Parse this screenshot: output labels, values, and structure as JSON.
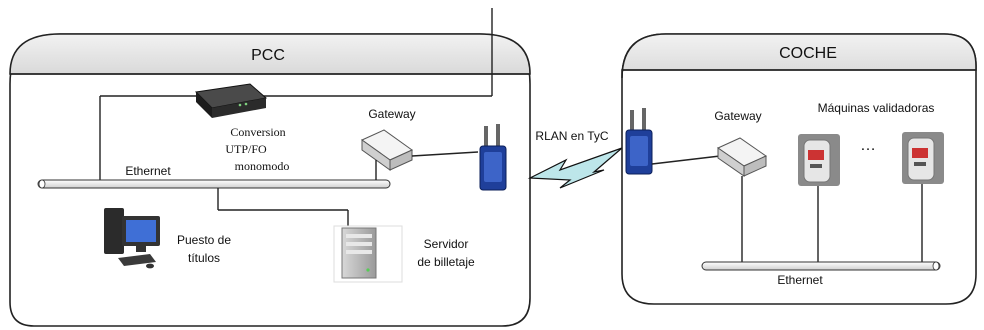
{
  "pcc": {
    "title": "PCC",
    "converter_label": [
      "Conversion",
      "UTP/FO",
      "monomodo"
    ],
    "gateway_label": "Gateway",
    "ethernet_label": "Ethernet",
    "puesto_label": [
      "Puesto de",
      "títulos"
    ],
    "servidor_label": [
      "Servidor",
      "de billetaje"
    ]
  },
  "link": {
    "label": "RLAN en TyC"
  },
  "coche": {
    "title": "COCHE",
    "gateway_label": "Gateway",
    "maquinas_label": "Máquinas validadoras",
    "ellipsis": "…",
    "ethernet_label": "Ethernet"
  },
  "colors": {
    "header_fill": "#e6e6e6",
    "border": "#222222",
    "bus_fill": "#f4f4f4",
    "lightning": "#bde6ea"
  }
}
